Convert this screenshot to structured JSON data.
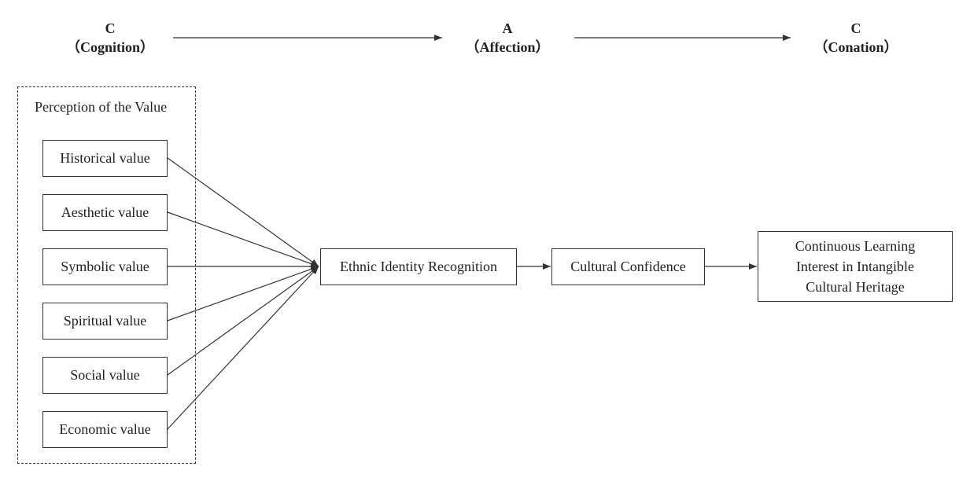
{
  "stages": [
    {
      "letter": "C",
      "name": "（Cognition）"
    },
    {
      "letter": "A",
      "name": "（Affection）"
    },
    {
      "letter": "C",
      "name": "（Conation）"
    }
  ],
  "group": {
    "title": "Perception of the Value"
  },
  "values": [
    "Historical value",
    "Aesthetic value",
    "Symbolic value",
    "Spiritual value",
    "Social value",
    "Economic value"
  ],
  "nodes": {
    "ethnic": "Ethnic Identity Recognition",
    "confidence": "Cultural Confidence",
    "interest_lines": [
      "Continuous Learning",
      "Interest in Intangible",
      "Cultural Heritage"
    ]
  },
  "colors": {
    "line": "#333333",
    "text": "#222222"
  }
}
